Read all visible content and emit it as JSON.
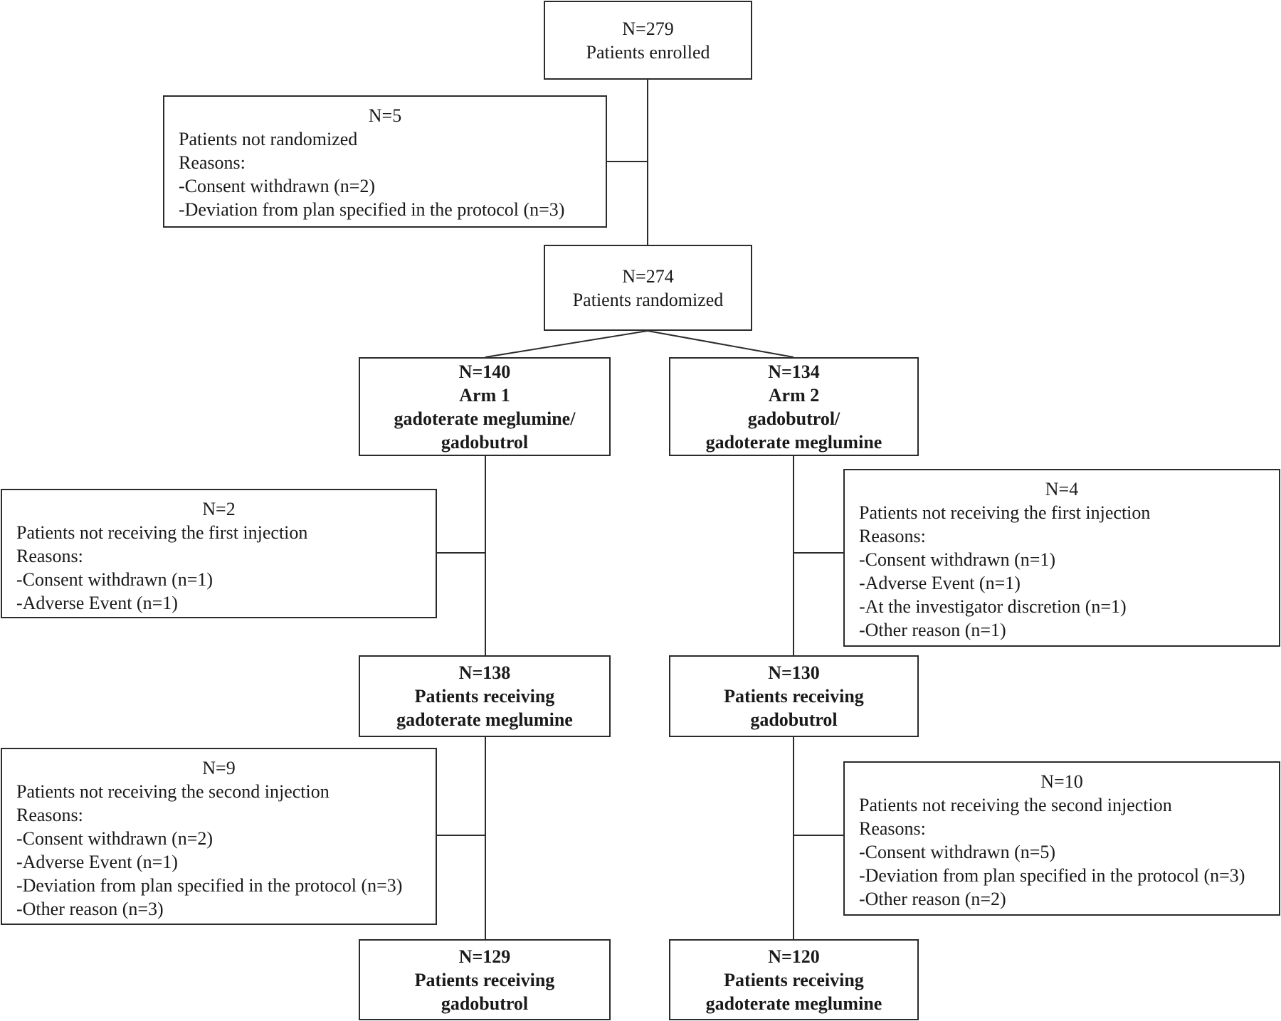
{
  "enrolled": {
    "n": "N=279",
    "label": "Patients enrolled"
  },
  "not_randomized": {
    "n": "N=5",
    "lines": [
      "Patients not randomized",
      "Reasons:",
      "-Consent withdrawn (n=2)",
      "-Deviation from plan specified in the protocol (n=3)"
    ]
  },
  "randomized": {
    "n": "N=274",
    "label": "Patients randomized"
  },
  "arm1": {
    "n": "N=140",
    "lines": [
      "Arm 1",
      "gadoterate meglumine/",
      "gadobutrol"
    ]
  },
  "arm2": {
    "n": "N=134",
    "lines": [
      "Arm 2",
      "gadobutrol/",
      "gadoterate meglumine"
    ]
  },
  "arm1_excl1": {
    "n": "N=2",
    "lines": [
      "Patients not receiving the first injection",
      "Reasons:",
      "-Consent withdrawn (n=1)",
      "-Adverse Event (n=1)"
    ]
  },
  "arm2_excl1": {
    "n": "N=4",
    "lines": [
      "Patients not receiving the first injection",
      "Reasons:",
      "-Consent withdrawn (n=1)",
      "-Adverse Event (n=1)",
      "-At the investigator discretion (n=1)",
      "-Other reason (n=1)"
    ]
  },
  "arm1_first": {
    "n": "N=138",
    "lines": [
      "Patients receiving",
      "gadoterate meglumine"
    ]
  },
  "arm2_first": {
    "n": "N=130",
    "lines": [
      "Patients receiving",
      "gadobutrol"
    ]
  },
  "arm1_excl2": {
    "n": "N=9",
    "lines": [
      "Patients not receiving the second injection",
      "Reasons:",
      "-Consent withdrawn (n=2)",
      "-Adverse Event (n=1)",
      "-Deviation from plan specified in the protocol (n=3)",
      "-Other reason (n=3)"
    ]
  },
  "arm2_excl2": {
    "n": "N=10",
    "lines": [
      "Patients not receiving the second injection",
      "Reasons:",
      "-Consent withdrawn (n=5)",
      "-Deviation from plan specified in the protocol (n=3)",
      "-Other reason (n=2)"
    ]
  },
  "arm1_second": {
    "n": "N=129",
    "lines": [
      "Patients receiving",
      "gadobutrol"
    ]
  },
  "arm2_second": {
    "n": "N=120",
    "lines": [
      "Patients receiving",
      "gadoterate meglumine"
    ]
  }
}
